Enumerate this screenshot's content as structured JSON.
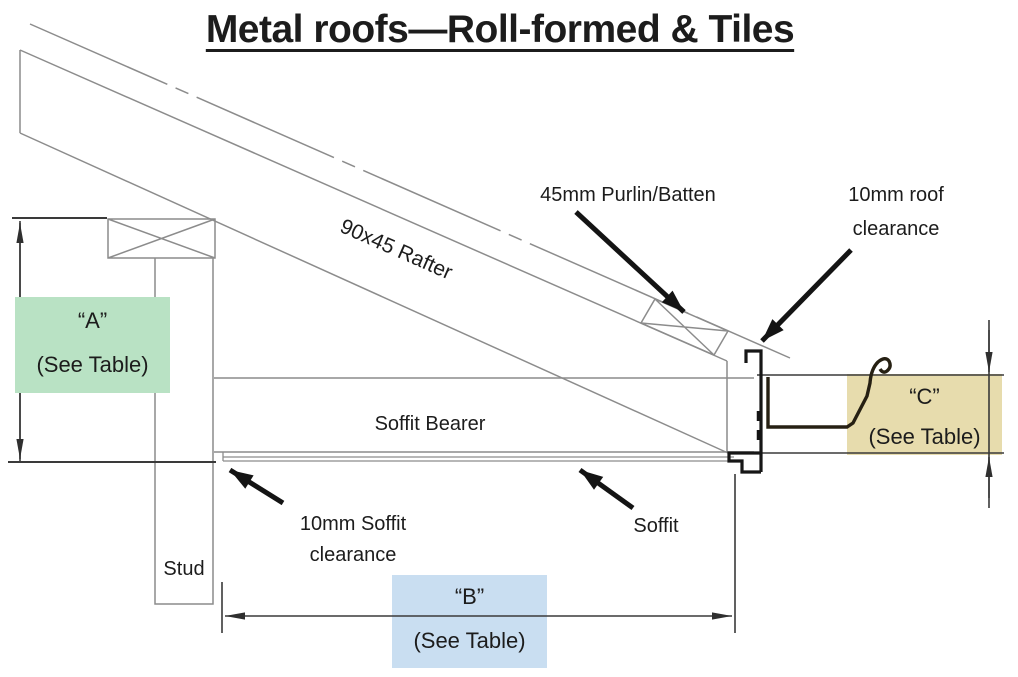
{
  "title": "Metal roofs—Roll-formed & Tiles",
  "labels": {
    "rafter": "90x45 Rafter",
    "purlin": "45mm Purlin/Batten",
    "roof_clearance": [
      "10mm roof",
      "clearance"
    ],
    "soffit_bearer": "Soffit Bearer",
    "soffit_clearance": [
      "10mm Soffit",
      "clearance"
    ],
    "soffit": "Soffit",
    "stud": "Stud"
  },
  "dimensions": {
    "a": {
      "label": "“A”",
      "note": "(See Table)",
      "highlight": "#b9e2c4"
    },
    "b": {
      "label": "“B”",
      "note": "(See Table)",
      "highlight": "#c9def1"
    },
    "c": {
      "label": "“C”",
      "note": "(See Table)",
      "highlight": "#e7dcad"
    }
  },
  "style": {
    "background": "#ffffff",
    "structure_line": "#8c8c8c",
    "dimension_line": "#3a3a3a",
    "ink": "#141414",
    "gutter_ink": "#262013"
  }
}
